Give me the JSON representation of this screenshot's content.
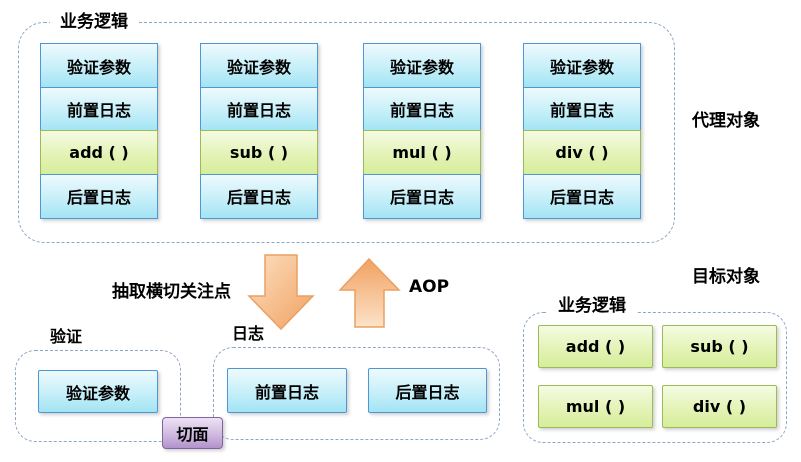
{
  "proxy": {
    "label": "业务逻辑",
    "side_label": "代理对象",
    "columns": [
      {
        "cells": [
          "验证参数",
          "前置日志",
          "add ( )",
          "后置日志"
        ]
      },
      {
        "cells": [
          "验证参数",
          "前置日志",
          "sub ( )",
          "后置日志"
        ]
      },
      {
        "cells": [
          "验证参数",
          "前置日志",
          "mul ( )",
          "后置日志"
        ]
      },
      {
        "cells": [
          "验证参数",
          "前置日志",
          "div ( )",
          "后置日志"
        ]
      }
    ]
  },
  "middle": {
    "extract_label": "抽取横切关注点",
    "aop_label": "AOP"
  },
  "validation": {
    "label": "验证",
    "items": [
      "验证参数"
    ]
  },
  "log": {
    "label": "日志",
    "items": [
      "前置日志",
      "后置日志"
    ]
  },
  "aspect": {
    "label": "切面"
  },
  "target": {
    "side_label": "目标对象",
    "label": "业务逻辑",
    "items": [
      "add ( )",
      "sub ( )",
      "mul ( )",
      "div ( )"
    ]
  },
  "colors": {
    "blue_box_border": "#4f97d4",
    "blue_box_fill": "#a2e4f4",
    "green_box_border": "#9cba55",
    "green_box_fill": "#d5ed9b",
    "purple_box_border": "#8064a2",
    "purple_box_fill": "#b193cb",
    "arrow_fill": "#f2a765",
    "dashed_border": "#8ea6c4"
  }
}
